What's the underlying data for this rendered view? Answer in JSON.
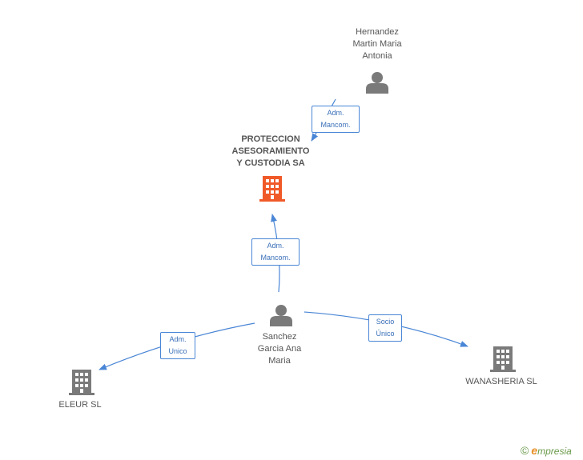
{
  "nodes": {
    "hernandez": {
      "label": "Hernandez\nMartin Maria\nAntonia",
      "type": "person"
    },
    "proteccion": {
      "label": "PROTECCION\nASESORAMIENTO\nY CUSTODIA SA",
      "type": "company-main"
    },
    "sanchez": {
      "label": "Sanchez\nGarcia Ana\nMaria",
      "type": "person"
    },
    "eleur": {
      "label": "ELEUR  SL",
      "type": "company"
    },
    "wanasheria": {
      "label": "WANASHERIA SL",
      "type": "company"
    }
  },
  "edges": [
    {
      "from": "hernandez",
      "to": "proteccion",
      "label": "Adm.\nMancom."
    },
    {
      "from": "sanchez",
      "to": "proteccion",
      "label": "Adm.\nMancom."
    },
    {
      "from": "sanchez",
      "to": "eleur",
      "label": "Adm.\nUnico"
    },
    {
      "from": "sanchez",
      "to": "wanasheria",
      "label": "Socio\nÚnico"
    }
  ],
  "colors": {
    "edge": "#4a86d6",
    "person_icon": "#7a7a7a",
    "company_icon": "#7a7a7a",
    "main_company_icon": "#f05a28"
  },
  "brand": {
    "copyright": "©",
    "name": "mpresia",
    "initial": "e"
  }
}
